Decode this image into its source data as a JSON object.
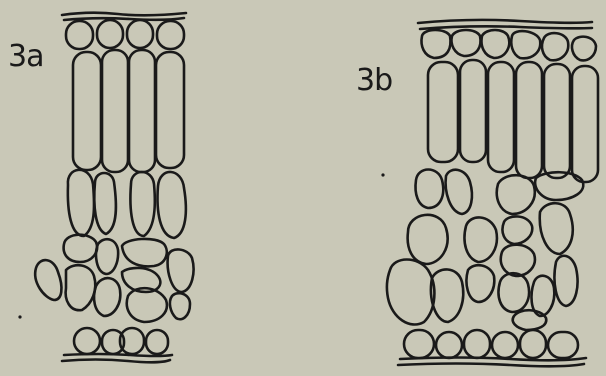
{
  "figure": {
    "panels": [
      {
        "id": "3a",
        "label": "3a"
      },
      {
        "id": "3b",
        "label": "3b"
      }
    ]
  },
  "colors": {
    "background": "#c9c8b7",
    "ink": "#1a1a1a"
  }
}
